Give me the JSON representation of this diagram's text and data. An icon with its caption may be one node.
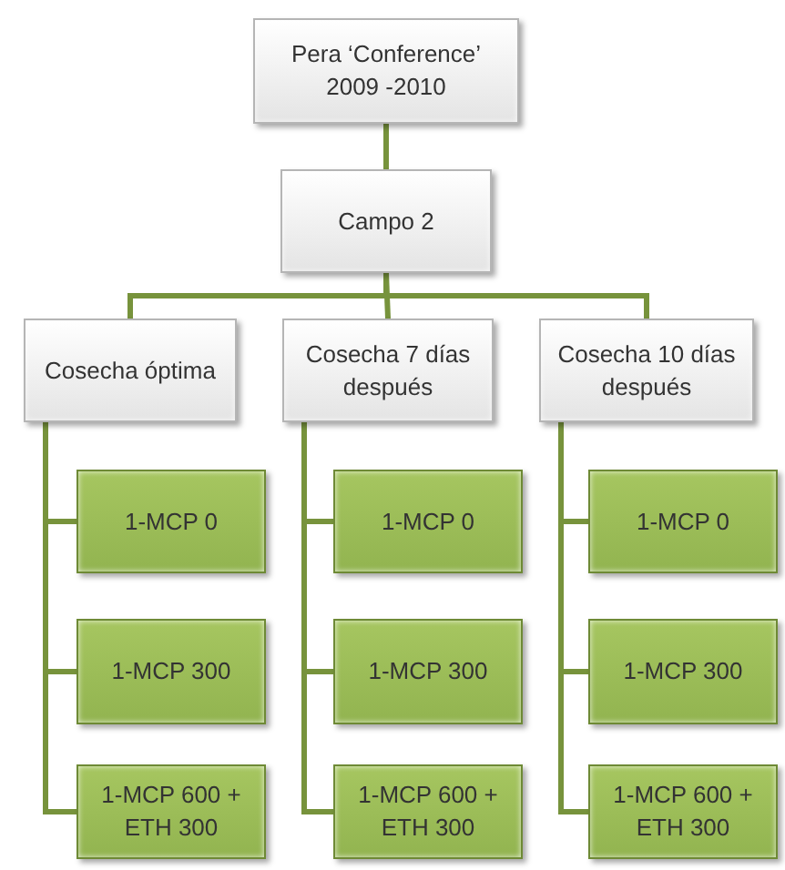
{
  "diagram": {
    "nodes": [
      {
        "text": [
          "Pera ‘Conference’",
          "2009 -2010"
        ]
      },
      {
        "text": [
          "Campo 2"
        ]
      },
      {
        "text": [
          "Cosecha óptima"
        ]
      },
      {
        "text": [
          "Cosecha 7 días después"
        ]
      },
      {
        "text": [
          "Cosecha 10 días después"
        ]
      },
      {
        "text": [
          "1-MCP 0"
        ]
      },
      {
        "text": [
          "1-MCP 300"
        ]
      },
      {
        "text": [
          "1-MCP 600 + ETH 300"
        ]
      },
      {
        "text": [
          "1-MCP 0"
        ]
      },
      {
        "text": [
          "1-MCP 300"
        ]
      },
      {
        "text": [
          "1-MCP 600 + ETH 300"
        ]
      },
      {
        "text": [
          "1-MCP 0"
        ]
      },
      {
        "text": [
          "1-MCP 300"
        ]
      },
      {
        "text": [
          "1-MCP 600 + ETH 300"
        ]
      }
    ],
    "edges": [
      {
        "from": 0,
        "to": 1,
        "arrow": "none"
      },
      {
        "from": 1,
        "to": 2,
        "arrow": "none"
      },
      {
        "from": 1,
        "to": 3,
        "arrow": "none"
      },
      {
        "from": 1,
        "to": 4,
        "arrow": "none"
      },
      {
        "from": 2,
        "to": 5,
        "arrow": "none"
      },
      {
        "from": 2,
        "to": 6,
        "arrow": "none"
      },
      {
        "from": 2,
        "to": 7,
        "arrow": "none"
      },
      {
        "from": 3,
        "to": 8,
        "arrow": "none"
      },
      {
        "from": 3,
        "to": 9,
        "arrow": "none"
      },
      {
        "from": 3,
        "to": 10,
        "arrow": "none"
      },
      {
        "from": 4,
        "to": 11,
        "arrow": "none"
      },
      {
        "from": 4,
        "to": 12,
        "arrow": "none"
      },
      {
        "from": 4,
        "to": 13,
        "arrow": "none"
      }
    ]
  }
}
